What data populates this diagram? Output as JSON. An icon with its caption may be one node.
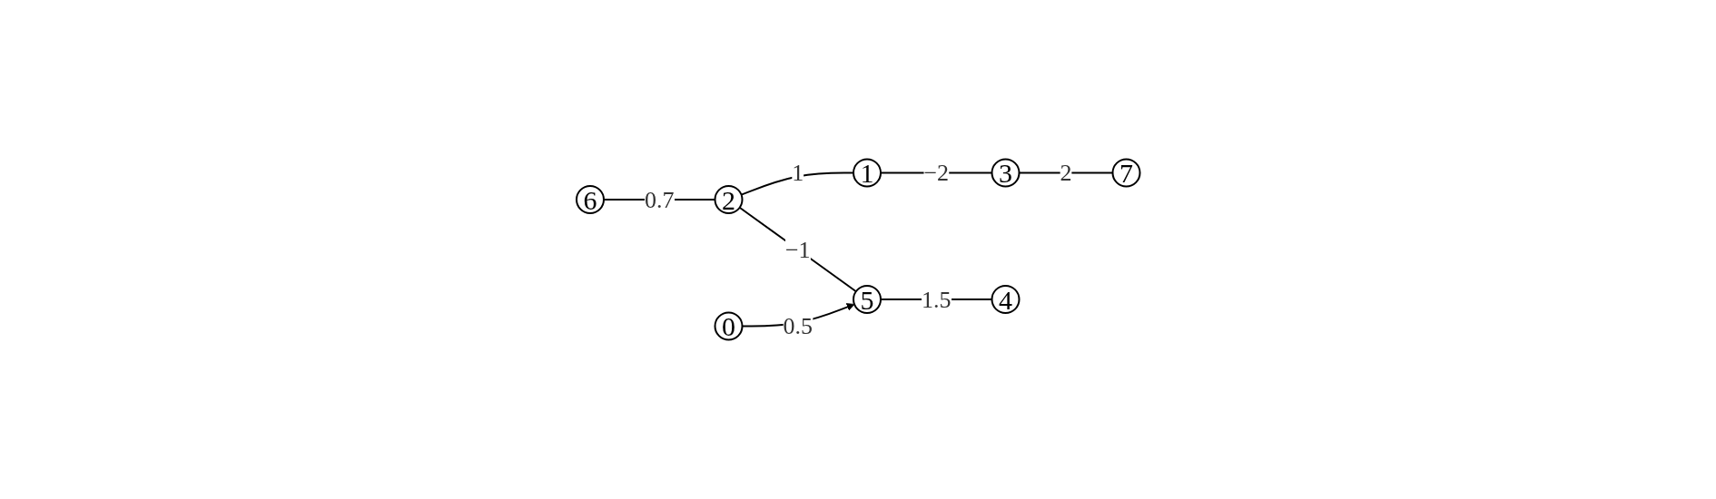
{
  "diagram": {
    "nodes": [
      {
        "text": [
          "6"
        ]
      },
      {
        "text": [
          "2"
        ]
      },
      {
        "text": [
          "1"
        ]
      },
      {
        "text": [
          "3"
        ]
      },
      {
        "text": [
          "0"
        ]
      },
      {
        "text": [
          "5"
        ]
      },
      {
        "text": [
          "4"
        ]
      },
      {
        "text": [
          "7"
        ]
      }
    ],
    "edges": [
      {
        "from": 0,
        "to": 1,
        "arrow": "none",
        "label": "0.7"
      },
      {
        "from": 1,
        "to": 2,
        "arrow": "none",
        "label": "1"
      },
      {
        "from": 2,
        "to": 3,
        "arrow": "none",
        "label": "−2"
      },
      {
        "from": 1,
        "to": 5,
        "arrow": "none",
        "label": "−1"
      },
      {
        "from": 4,
        "to": 5,
        "arrow": "to",
        "label": "0.5"
      },
      {
        "from": 5,
        "to": 6,
        "arrow": "none",
        "label": "1.5"
      },
      {
        "from": 3,
        "to": 7,
        "arrow": "none",
        "label": "2"
      }
    ]
  }
}
